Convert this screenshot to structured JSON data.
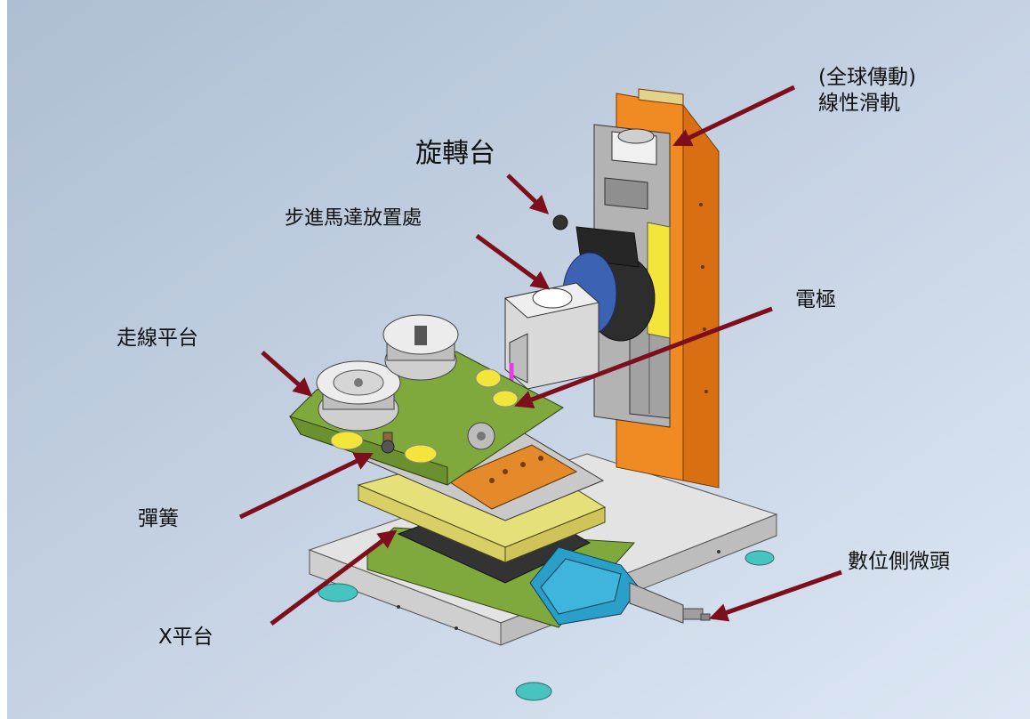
{
  "labels": {
    "rotary_stage": "旋轉台",
    "stepper_motor_mount": "步進馬達放置處",
    "linear_rail_line1": "(全球傳動)",
    "linear_rail_line2": "線性滑軌",
    "electrode": "電極",
    "wire_platform": "走線平台",
    "spring": "彈簧",
    "x_stage": "X平台",
    "digital_micrometer": "數位側微頭"
  },
  "colors": {
    "background_top": "#aebed3",
    "background_bottom": "#dde7f4",
    "arrow": "#7d0f1c",
    "green_platform": "#7fa83d",
    "orange_column": "#e8821e",
    "yellow_plate": "#e6e07a",
    "teal_micrometer": "#2a9fc9",
    "base_plate": "#e3e3e3",
    "feet": "#48c4c0"
  }
}
